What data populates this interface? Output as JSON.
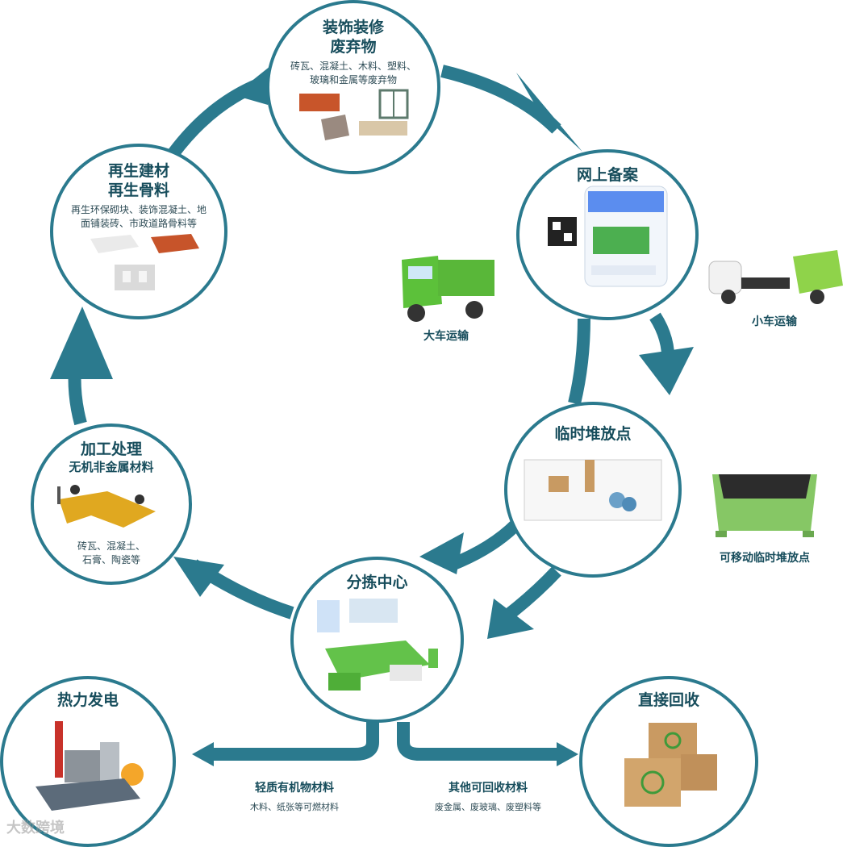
{
  "nodes": {
    "waste": {
      "title_1": "装饰装修",
      "title_2": "废弃物",
      "desc_1": "砖瓦、混凝土、木料、塑料、",
      "desc_2": "玻璃和金属等废弃物"
    },
    "online": {
      "title": "网上备案"
    },
    "temp": {
      "title": "临时堆放点"
    },
    "sorting": {
      "title": "分拣中心"
    },
    "processing": {
      "title": "加工处理",
      "subtitle": "无机非金属材料",
      "desc_1": "砖瓦、混凝土、",
      "desc_2": "石膏、陶瓷等"
    },
    "recycled": {
      "title_1": "再生建材",
      "title_2": "再生骨料",
      "desc_1": "再生环保砌块、装饰混凝土、地",
      "desc_2": "面铺装砖、市政道路骨料等"
    },
    "thermal": {
      "title": "热力发电"
    },
    "direct": {
      "title": "直接回收"
    }
  },
  "labels": {
    "big_truck": "大车运输",
    "small_truck": "小车运输",
    "mobile_point": "可移动临时堆放点",
    "light_organic": {
      "title": "轻质有机物材料",
      "desc": "木料、纸张等可燃材料"
    },
    "other_recyclable": {
      "title": "其他可回收材料",
      "desc": "废金属、废玻璃、废塑料等"
    }
  },
  "watermark": "大数跨境",
  "colors": {
    "arrow": "#2b7a8e",
    "truck_green": "#5cc13a"
  }
}
